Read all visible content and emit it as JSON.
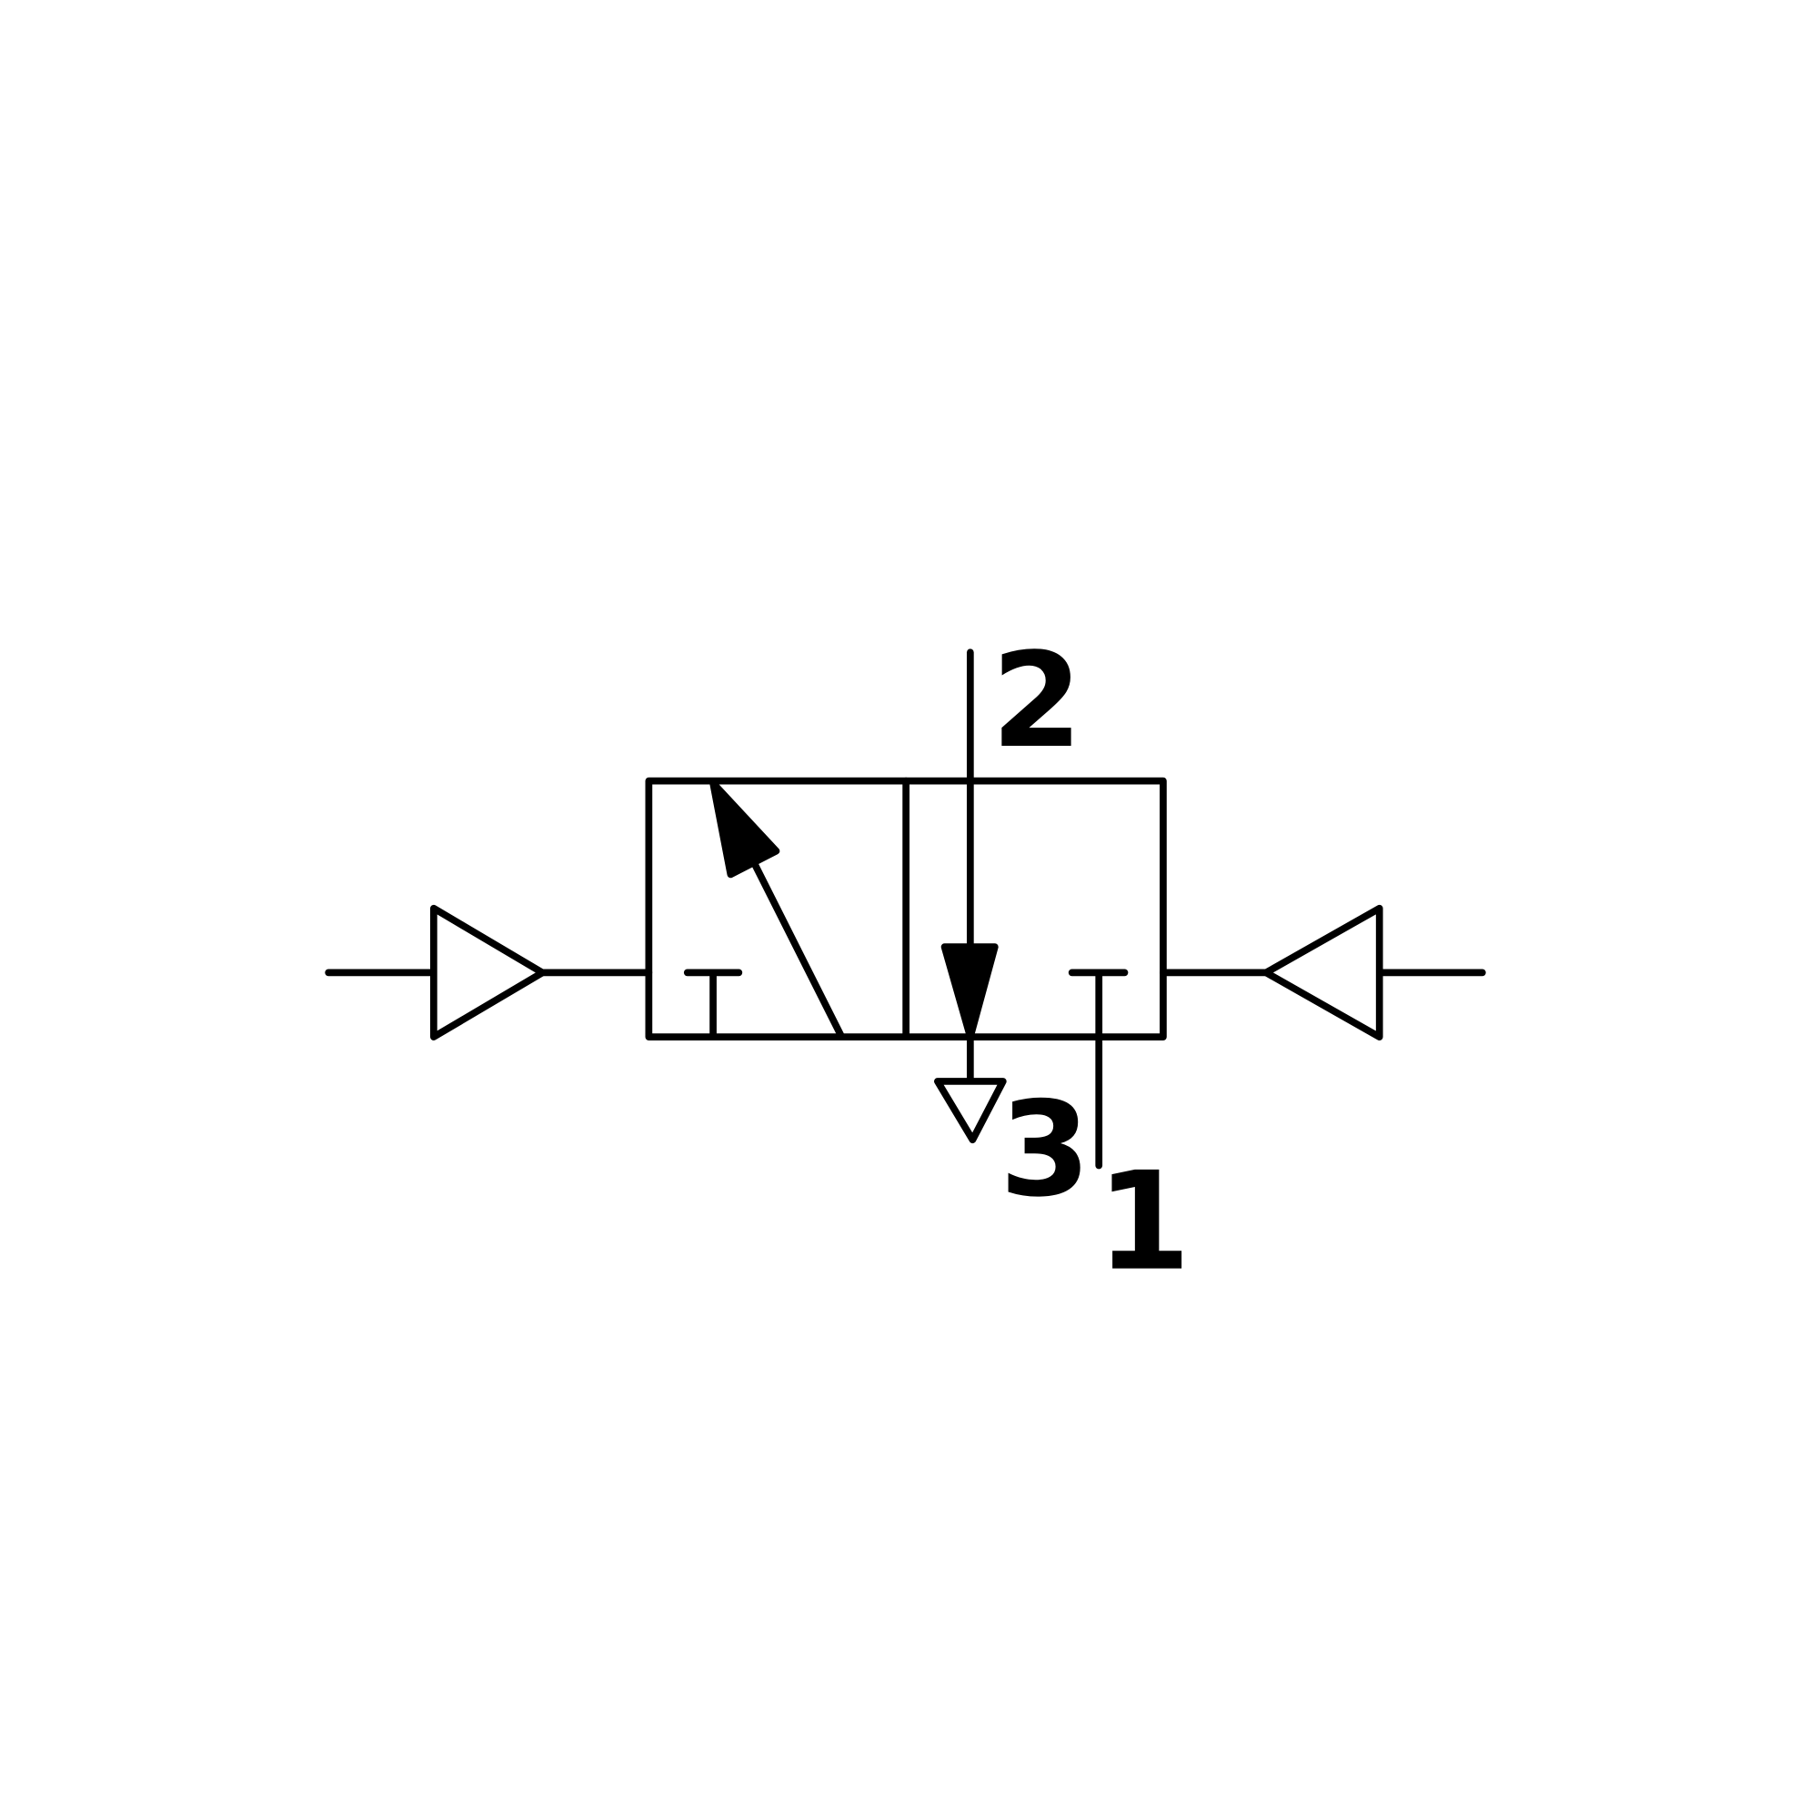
{
  "diagram": {
    "ports": {
      "port_2": "2",
      "port_3": "3",
      "port_1": "1"
    },
    "colors": {
      "stroke": "#000000",
      "background": "#ffffff"
    }
  }
}
